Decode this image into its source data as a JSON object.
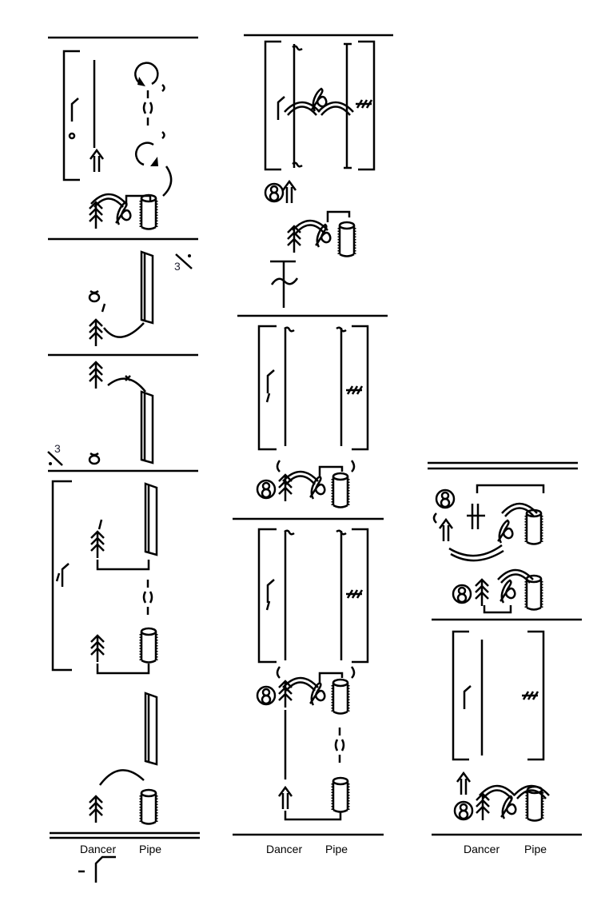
{
  "columns": [
    {
      "labels": {
        "dancer": "Dancer",
        "pipe": "Pipe"
      }
    },
    {
      "labels": {
        "dancer": "Dancer",
        "pipe": "Pipe"
      }
    },
    {
      "labels": {
        "dancer": "Dancer",
        "pipe": "Pipe"
      }
    }
  ],
  "annotations": {
    "repeat_top": "3",
    "repeat_bottom": "3"
  }
}
